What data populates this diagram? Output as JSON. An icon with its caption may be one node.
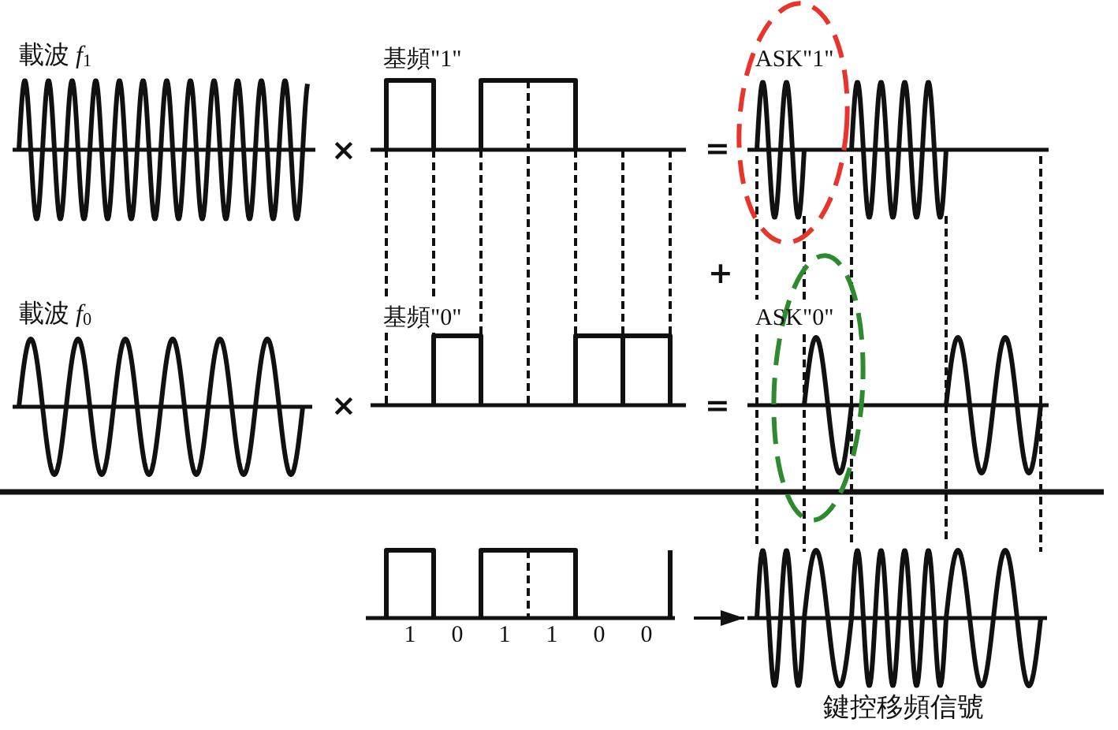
{
  "diagram": {
    "nodes": [
      {
        "text": [],
        "shape": "picture",
        "beside": [
          "1",
          "0",
          "1",
          "1",
          "0",
          "0"
        ]
      },
      {
        "text": [],
        "shape": "picture",
        "beside": [
          "鍵控移頻信號"
        ]
      }
    ],
    "edges": [
      {
        "from": 0,
        "to": 1,
        "arrow": "to"
      }
    ],
    "labels": [
      "載波 *f*$_{1}$",
      "基頻\"1\"",
      "ASK\"1\"",
      "×",
      "=",
      "+",
      "載波 *f*$_{0}$",
      "基頻\"0\"",
      "ASK\"0\"",
      "×",
      "="
    ]
  }
}
